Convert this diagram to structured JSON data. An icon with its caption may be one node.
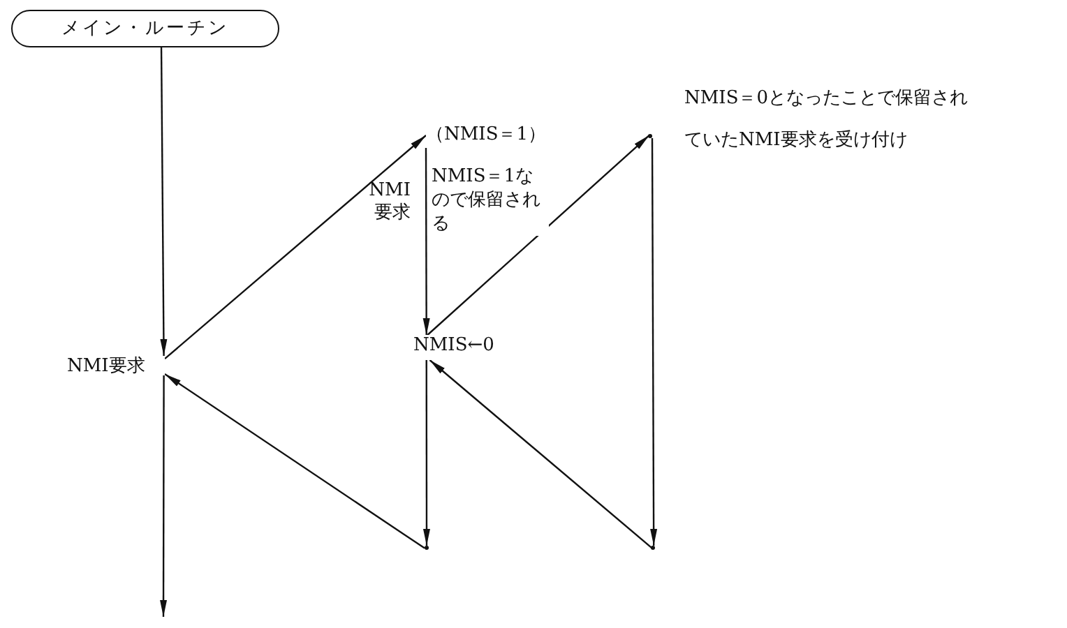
{
  "diagram": {
    "nodes": [
      {
        "text": [
          "メイン・ルーチン"
        ]
      },
      {
        "text": [
          "NMI要求"
        ]
      },
      {
        "text": [
          "（NMIS＝1）"
        ]
      },
      {
        "text": [
          "NMIS←0"
        ]
      },
      {
        "text": [],
        "shape": "point"
      },
      {
        "text": [],
        "shape": "point"
      },
      {
        "text": [],
        "shape": "point"
      }
    ],
    "edges": [
      {
        "from": 0,
        "to": 1,
        "arrow": "to"
      },
      {
        "from": 1,
        "to": 2,
        "arrow": "to"
      },
      {
        "from": 2,
        "to": 3,
        "arrow": "to"
      },
      {
        "from": 3,
        "to": 4,
        "arrow": "to"
      },
      {
        "from": 4,
        "to": 5,
        "arrow": "to"
      },
      {
        "from": 5,
        "to": 3,
        "arrow": "to"
      },
      {
        "from": 3,
        "to": 6,
        "arrow": "to"
      },
      {
        "from": 6,
        "to": 1,
        "arrow": "to"
      },
      {
        "from": 1,
        "to": null,
        "arrow": "to"
      }
    ],
    "labels": [
      "NMIS＝0となったことで保留されていたNMI要求を受け付け",
      "NMI要求",
      "NMIS＝1なので保留される"
    ]
  }
}
